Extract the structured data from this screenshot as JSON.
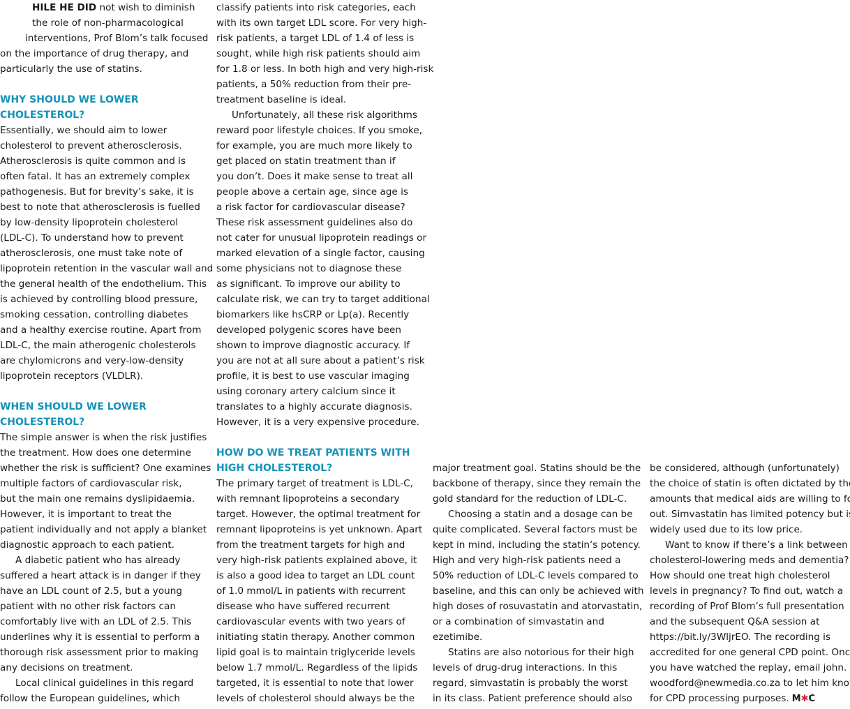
{
  "article": {
    "lead_in": "HILE HE DID",
    "columns": [
      {
        "lines": [
          {
            "k": "p",
            "t": " not wish to diminish"
          },
          {
            "k": "p",
            "t": "the role of non-pharmacological"
          },
          {
            "k": "p",
            "t": "interventions, Prof Blom’s talk focused"
          },
          {
            "k": "p",
            "t": "on the importance of drug therapy, and"
          },
          {
            "k": "p",
            "t": "particularly the use of statins."
          },
          {
            "k": "h",
            "t": "WHY SHOULD WE LOWER"
          },
          {
            "k": "h",
            "t": "CHOLESTEROL?"
          },
          {
            "k": "p",
            "t": "Essentially, we should aim to lower"
          },
          {
            "k": "p",
            "t": "cholesterol to prevent atherosclerosis."
          },
          {
            "k": "p",
            "t": "Atherosclerosis is quite common and is"
          },
          {
            "k": "p",
            "t": "often fatal. It has an extremely complex"
          },
          {
            "k": "p",
            "t": "pathogenesis. But for brevity’s sake, it is"
          },
          {
            "k": "p",
            "t": "best to note that atherosclerosis is fuelled"
          },
          {
            "k": "p",
            "t": "by low-density lipoprotein cholesterol"
          },
          {
            "k": "p",
            "t": "(LDL-C). To understand how to prevent"
          },
          {
            "k": "p",
            "t": "atherosclerosis, one must take note of"
          },
          {
            "k": "p",
            "t": "lipoprotein retention in the vascular wall and"
          },
          {
            "k": "p",
            "t": "the general health of the endothelium. This"
          },
          {
            "k": "p",
            "t": "is achieved by controlling blood pressure,"
          },
          {
            "k": "p",
            "t": "smoking cessation, controlling diabetes"
          },
          {
            "k": "p",
            "t": "and a healthy exercise routine. Apart from"
          },
          {
            "k": "p",
            "t": "LDL-C, the main atherogenic cholesterols"
          },
          {
            "k": "p",
            "t": "are chylomicrons and very-low-density"
          },
          {
            "k": "p",
            "t": "lipoprotein receptors (VLDLR)."
          },
          {
            "k": "h",
            "t": "WHEN SHOULD WE LOWER"
          },
          {
            "k": "h",
            "t": "CHOLESTEROL?"
          },
          {
            "k": "p",
            "t": "The simple answer is when the risk justifies"
          },
          {
            "k": "p",
            "t": "the treatment. How does one determine"
          },
          {
            "k": "p",
            "t": "whether the risk is sufficient? One examines"
          },
          {
            "k": "p",
            "t": "multiple factors of cardiovascular risk,"
          },
          {
            "k": "p",
            "t": "but the main one remains dyslipidaemia."
          },
          {
            "k": "p",
            "t": "However, it is important to treat the"
          },
          {
            "k": "p",
            "t": "patient individually and not apply a blanket"
          },
          {
            "k": "p",
            "t": "diagnostic approach to each patient."
          },
          {
            "k": "p",
            "t": "A diabetic patient who has already"
          },
          {
            "k": "p",
            "t": "suffered a heart attack is in danger if they"
          },
          {
            "k": "p",
            "t": "have an LDL count of 2.5, but a young"
          },
          {
            "k": "p",
            "t": "patient with no other risk factors can"
          },
          {
            "k": "p",
            "t": "comfortably live with an LDL of 2.5. This"
          },
          {
            "k": "p",
            "t": "underlines why it is essential to perform a"
          },
          {
            "k": "p",
            "t": "thorough risk assessment prior to making"
          },
          {
            "k": "p",
            "t": "any decisions on treatment."
          },
          {
            "k": "p",
            "t": "Local clinical guidelines in this regard"
          },
          {
            "k": "p",
            "t": "follow the European guidelines, which"
          }
        ]
      },
      {
        "lines": [
          {
            "k": "p",
            "t": "classify patients into risk categories, each"
          },
          {
            "k": "p",
            "t": "with its own target LDL score. For very high-"
          },
          {
            "k": "p",
            "t": "risk patients, a target LDL of 1.4 of less is"
          },
          {
            "k": "p",
            "t": "sought, while high risk patients should aim"
          },
          {
            "k": "p",
            "t": "for 1.8 or less. In both high and very high-risk"
          },
          {
            "k": "p",
            "t": "patients, a 50% reduction from their pre-"
          },
          {
            "k": "p",
            "t": "treatment baseline is ideal."
          },
          {
            "k": "p",
            "t": "Unfortunately, all these risk algorithms"
          },
          {
            "k": "p",
            "t": "reward poor lifestyle choices. If you smoke,"
          },
          {
            "k": "p",
            "t": "for example, you are much more likely to"
          },
          {
            "k": "p",
            "t": "get placed on statin treatment than if"
          },
          {
            "k": "p",
            "t": "you don’t. Does it make sense to treat all"
          },
          {
            "k": "p",
            "t": "people above a certain age, since age is"
          },
          {
            "k": "p",
            "t": "a risk factor for cardiovascular disease?"
          },
          {
            "k": "p",
            "t": "These risk assessment guidelines also do"
          },
          {
            "k": "p",
            "t": "not cater for unusual lipoprotein readings or"
          },
          {
            "k": "p",
            "t": "marked elevation of a single factor, causing"
          },
          {
            "k": "p",
            "t": "some physicians not to diagnose these"
          },
          {
            "k": "p",
            "t": "as significant. To improve our ability to"
          },
          {
            "k": "p",
            "t": "calculate risk, we can try to target additional"
          },
          {
            "k": "p",
            "t": "biomarkers like hsCRP or Lp(a). Recently"
          },
          {
            "k": "p",
            "t": "developed polygenic scores have been"
          },
          {
            "k": "p",
            "t": "shown to improve diagnostic accuracy. If"
          },
          {
            "k": "p",
            "t": "you are not at all sure about a patient’s risk"
          },
          {
            "k": "p",
            "t": "profile, it is best to use vascular imaging"
          },
          {
            "k": "p",
            "t": "using coronary artery calcium since it"
          },
          {
            "k": "p",
            "t": "translates to a highly accurate diagnosis."
          },
          {
            "k": "p",
            "t": "However, it is a very expensive procedure."
          },
          {
            "k": "h",
            "t": "HOW DO WE TREAT PATIENTS WITH"
          },
          {
            "k": "h",
            "t": "HIGH CHOLESTEROL?"
          },
          {
            "k": "p",
            "t": "The primary target of treatment is LDL-C,"
          },
          {
            "k": "p",
            "t": "with remnant lipoproteins a secondary"
          },
          {
            "k": "p",
            "t": "target. However, the optimal treatment for"
          },
          {
            "k": "p",
            "t": "remnant lipoproteins is yet unknown. Apart"
          },
          {
            "k": "p",
            "t": "from the treatment targets for high and"
          },
          {
            "k": "p",
            "t": "very high-risk patients explained above, it"
          },
          {
            "k": "p",
            "t": "is also a good idea to target an LDL count"
          },
          {
            "k": "p",
            "t": "of 1.0 mmol/L in patients with recurrent"
          },
          {
            "k": "p",
            "t": "disease who have suffered recurrent"
          },
          {
            "k": "p",
            "t": "cardiovascular events with two years of"
          },
          {
            "k": "p",
            "t": "initiating statin therapy. Another common"
          },
          {
            "k": "p",
            "t": "lipid goal is to maintain triglyceride levels"
          },
          {
            "k": "p",
            "t": "below 1.7 mmol/L. Regardless of the lipids"
          },
          {
            "k": "p",
            "t": "targeted, it is essential to note that lower"
          },
          {
            "k": "p",
            "t": "levels of cholesterol should always be the"
          }
        ]
      },
      {
        "lines": [
          {
            "k": "p",
            "t": "major treatment goal. Statins should be the"
          },
          {
            "k": "p",
            "t": "backbone of therapy, since they remain the"
          },
          {
            "k": "p",
            "t": "gold standard for the reduction of LDL-C."
          },
          {
            "k": "p",
            "t": "Choosing a statin and a dosage can be"
          },
          {
            "k": "p",
            "t": "quite complicated. Several factors must be"
          },
          {
            "k": "p",
            "t": "kept in mind, including the statin’s potency."
          },
          {
            "k": "p",
            "t": "High and very high-risk patients need a"
          },
          {
            "k": "p",
            "t": "50% reduction of LDL-C levels compared to"
          },
          {
            "k": "p",
            "t": "baseline, and this can only be achieved with"
          },
          {
            "k": "p",
            "t": "high doses of rosuvastatin and atorvastatin,"
          },
          {
            "k": "p",
            "t": "or a combination of simvastatin and"
          },
          {
            "k": "p",
            "t": "ezetimibe."
          },
          {
            "k": "p",
            "t": "Statins are also notorious for their high"
          },
          {
            "k": "p",
            "t": "levels of drug-drug interactions. In this"
          },
          {
            "k": "p",
            "t": "regard, simvastatin is probably the worst"
          },
          {
            "k": "p",
            "t": "in its class. Patient preference should also"
          }
        ]
      },
      {
        "lines": [
          {
            "k": "p",
            "t": "be considered, although (unfortunately)"
          },
          {
            "k": "p",
            "t": "the choice of statin is often dictated by the"
          },
          {
            "k": "p",
            "t": "amounts that medical aids are willing to fork"
          },
          {
            "k": "p",
            "t": "out. Simvastatin has limited potency but is"
          },
          {
            "k": "p",
            "t": "widely used due to its low price."
          },
          {
            "k": "p",
            "t": "Want to know if there’s a link between"
          },
          {
            "k": "p",
            "t": "cholesterol-lowering meds and dementia?"
          },
          {
            "k": "p",
            "t": "How should one treat high cholesterol"
          },
          {
            "k": "p",
            "t": "levels in pregnancy? To find out, watch a"
          },
          {
            "k": "p",
            "t": "recording of Prof Blom’s full presentation"
          },
          {
            "k": "p",
            "t": "and the subsequent Q&A session at"
          },
          {
            "k": "p",
            "t": "https://bit.ly/3WljrEO. The recording is"
          },
          {
            "k": "p",
            "t": "accredited for one general CPD point. Once"
          },
          {
            "k": "p",
            "t": "you have watched the replay, email john."
          },
          {
            "k": "p",
            "t": "woodford@newmedia.co.za to let him know,"
          },
          {
            "k": "p",
            "t": "for CPD processing purposes."
          }
        ]
      }
    ]
  }
}
